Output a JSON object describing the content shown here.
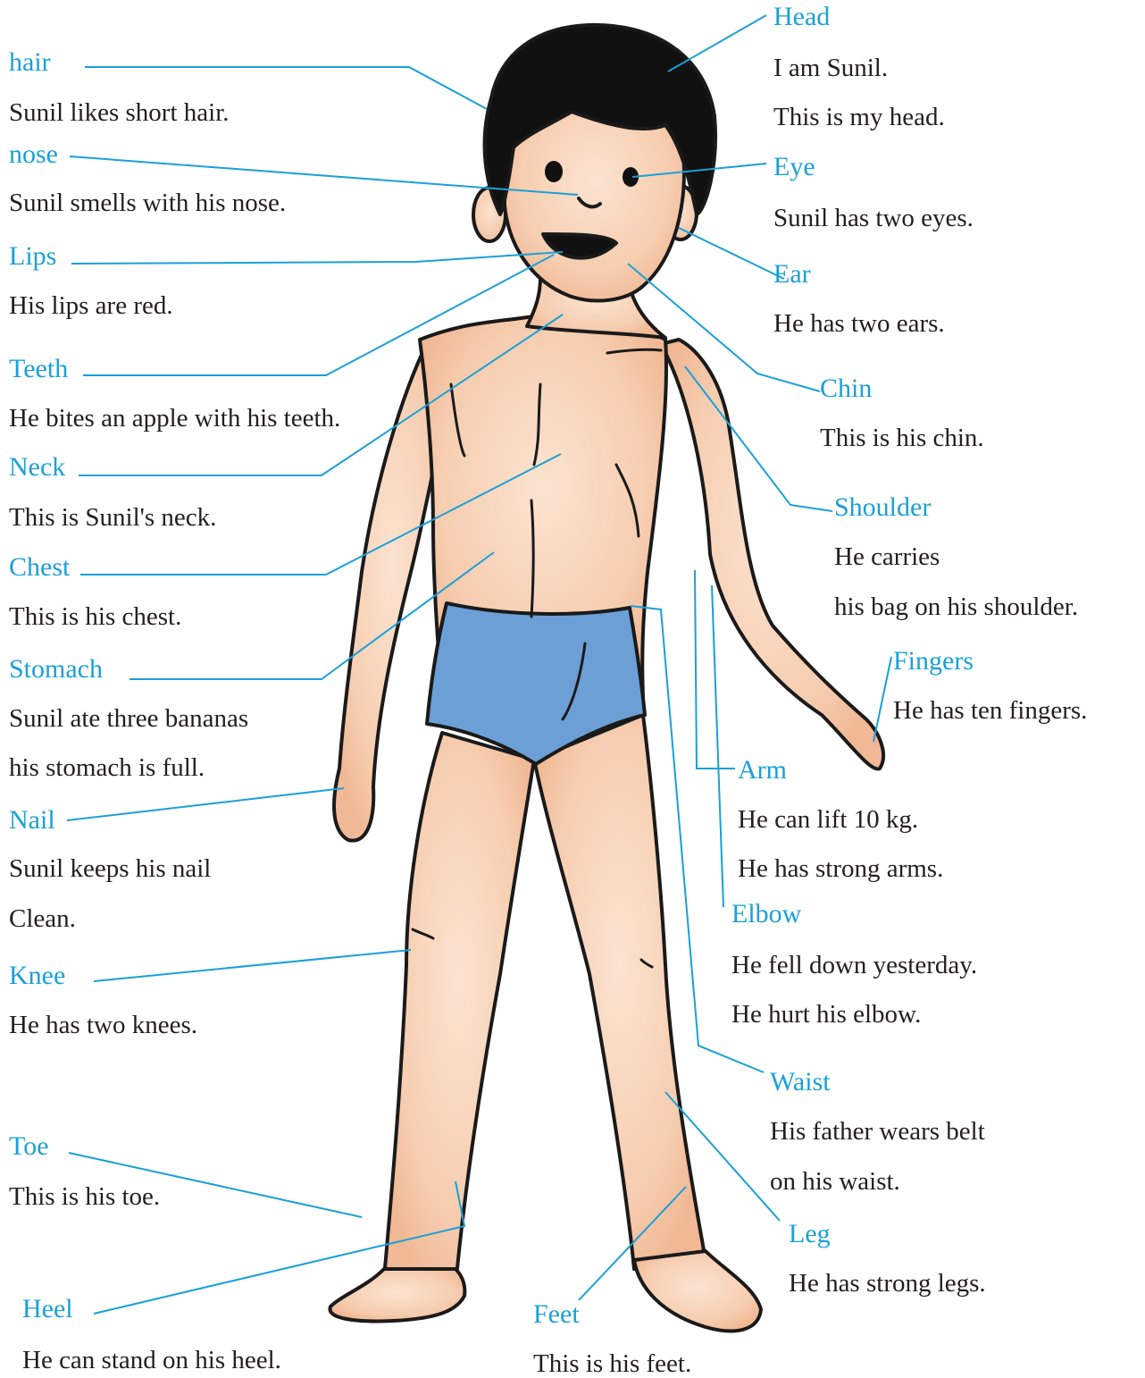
{
  "colors": {
    "label": "#1aa0d8",
    "text": "#231f20",
    "skin": "#f7d5bd",
    "briefs": "#6b9fd6",
    "hair": "#111111"
  },
  "parts": {
    "hair": {
      "label": "hair",
      "lines": [
        "Sunil likes short hair."
      ]
    },
    "nose": {
      "label": "nose",
      "lines": [
        "Sunil smells with his nose."
      ]
    },
    "lips": {
      "label": "Lips",
      "lines": [
        "His lips are red."
      ]
    },
    "teeth": {
      "label": "Teeth",
      "lines": [
        "He bites an apple with his teeth."
      ]
    },
    "neck": {
      "label": "Neck",
      "lines": [
        "This is Sunil's neck."
      ]
    },
    "chest": {
      "label": "Chest",
      "lines": [
        "This is his chest."
      ]
    },
    "stomach": {
      "label": "Stomach",
      "lines": [
        "Sunil ate three bananas",
        "his stomach is full."
      ]
    },
    "nail": {
      "label": "Nail",
      "lines": [
        "Sunil keeps his nail",
        "Clean."
      ]
    },
    "knee": {
      "label": "Knee",
      "lines": [
        "He has two knees."
      ]
    },
    "toe": {
      "label": "Toe",
      "lines": [
        "This is his toe."
      ]
    },
    "heel": {
      "label": "Heel",
      "lines": [
        "He can stand on his heel."
      ]
    },
    "head": {
      "label": "Head",
      "lines": [
        "I am Sunil.",
        "This is my head."
      ]
    },
    "eye": {
      "label": "Eye",
      "lines": [
        "Sunil has two eyes."
      ]
    },
    "ear": {
      "label": "Ear",
      "lines": [
        "He has two ears."
      ]
    },
    "chin": {
      "label": "Chin",
      "lines": [
        "This is his chin."
      ]
    },
    "shoulder": {
      "label": "Shoulder",
      "lines": [
        "He carries",
        "his bag on his shoulder."
      ]
    },
    "fingers": {
      "label": "Fingers",
      "lines": [
        "He has ten fingers."
      ]
    },
    "arm": {
      "label": "Arm",
      "lines": [
        "He can lift 10 kg.",
        "He has strong arms."
      ]
    },
    "elbow": {
      "label": "Elbow",
      "lines": [
        "He fell down yesterday.",
        "He hurt his elbow."
      ]
    },
    "waist": {
      "label": "Waist",
      "lines": [
        "His father wears belt",
        "on his waist."
      ]
    },
    "leg": {
      "label": "Leg",
      "lines": [
        "He has strong legs."
      ]
    },
    "feet": {
      "label": "Feet",
      "lines": [
        "This is his feet."
      ]
    }
  }
}
